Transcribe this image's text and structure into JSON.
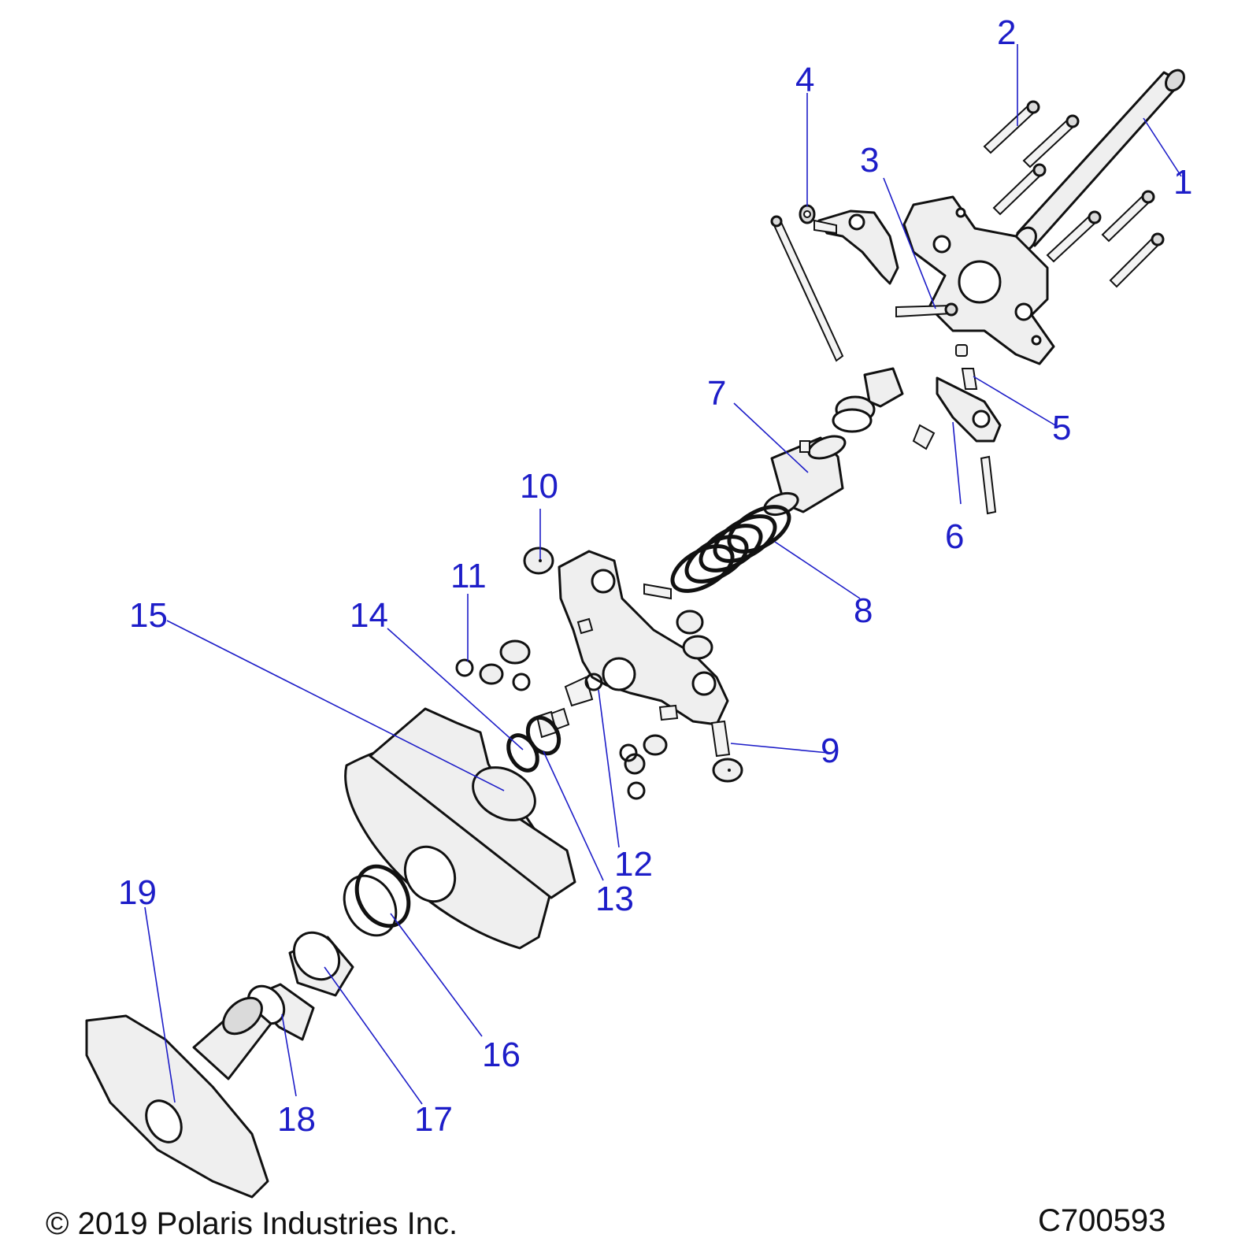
{
  "callouts": [
    {
      "id": "1",
      "label": "1"
    },
    {
      "id": "2",
      "label": "2"
    },
    {
      "id": "3",
      "label": "3"
    },
    {
      "id": "4",
      "label": "4"
    },
    {
      "id": "5",
      "label": "5"
    },
    {
      "id": "6",
      "label": "6"
    },
    {
      "id": "7",
      "label": "7"
    },
    {
      "id": "8",
      "label": "8"
    },
    {
      "id": "9",
      "label": "9"
    },
    {
      "id": "10",
      "label": "10"
    },
    {
      "id": "11",
      "label": "11"
    },
    {
      "id": "12",
      "label": "12"
    },
    {
      "id": "13",
      "label": "13"
    },
    {
      "id": "14",
      "label": "14"
    },
    {
      "id": "15",
      "label": "15"
    },
    {
      "id": "16",
      "label": "16"
    },
    {
      "id": "17",
      "label": "17"
    },
    {
      "id": "18",
      "label": "18"
    },
    {
      "id": "19",
      "label": "19"
    }
  ],
  "footer": {
    "copyright": "© 2019 Polaris Industries Inc.",
    "figure_code": "C700593"
  },
  "colors": {
    "callout": "#1d1dc8",
    "line_art": "#111111",
    "part_fill": "#efefef"
  }
}
